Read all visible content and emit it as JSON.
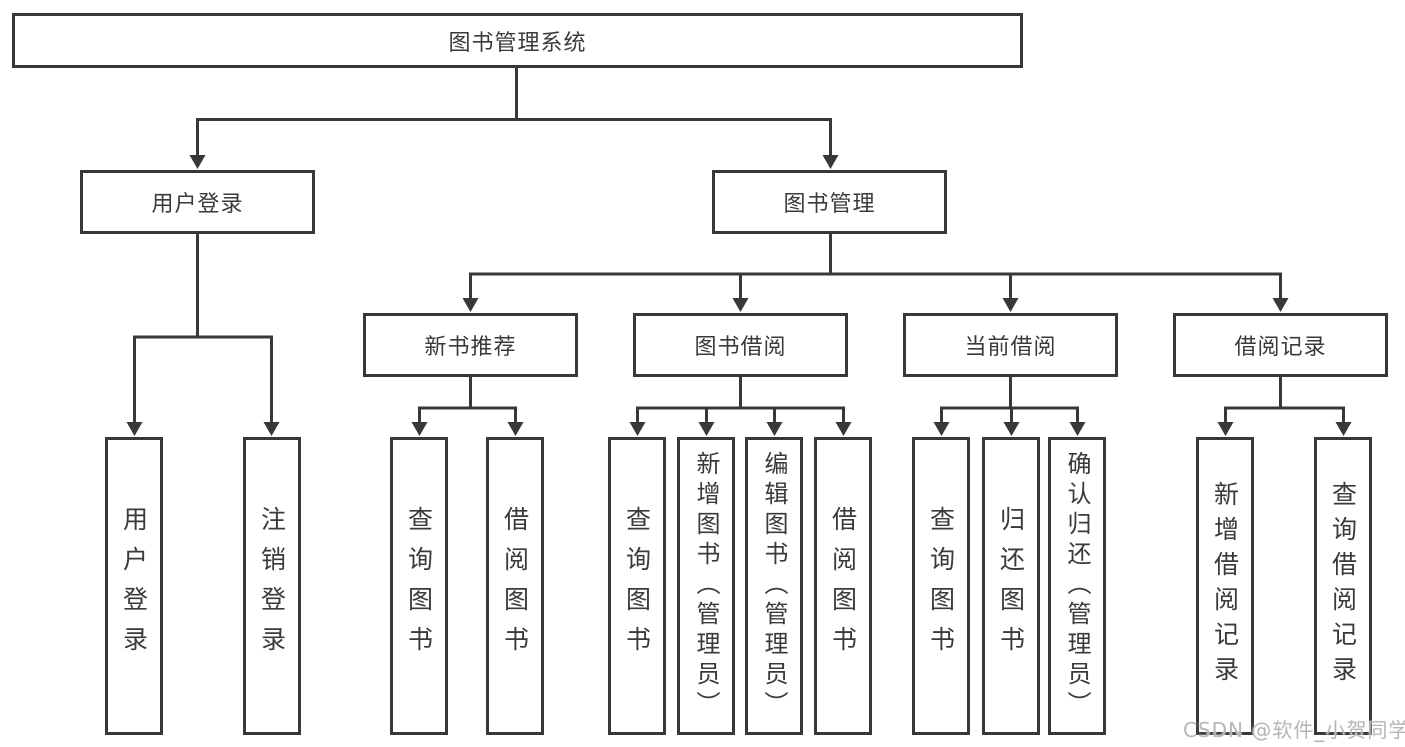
{
  "diagram": {
    "root": "图书管理系统",
    "branches": [
      {
        "label": "用户登录",
        "children": [
          "用户登录",
          "注销登录"
        ]
      },
      {
        "label": "图书管理",
        "groups": [
          {
            "label": "新书推荐",
            "children": [
              "查询图书",
              "借阅图书"
            ]
          },
          {
            "label": "图书借阅",
            "children": [
              "查询图书",
              "新增图书（管理员）",
              "编辑图书（管理员）",
              "借阅图书"
            ]
          },
          {
            "label": "当前借阅",
            "children": [
              "查询图书",
              "归还图书",
              "确认归还（管理员）"
            ]
          },
          {
            "label": "借阅记录",
            "children": [
              "新增借阅记录",
              "查询借阅记录"
            ]
          }
        ]
      }
    ]
  },
  "watermark": "CSDN @软件_小贺同学",
  "colors": {
    "line": "#383838",
    "text": "#3a3a3a",
    "background": "#ffffff",
    "watermark": "#b5b5b5"
  }
}
